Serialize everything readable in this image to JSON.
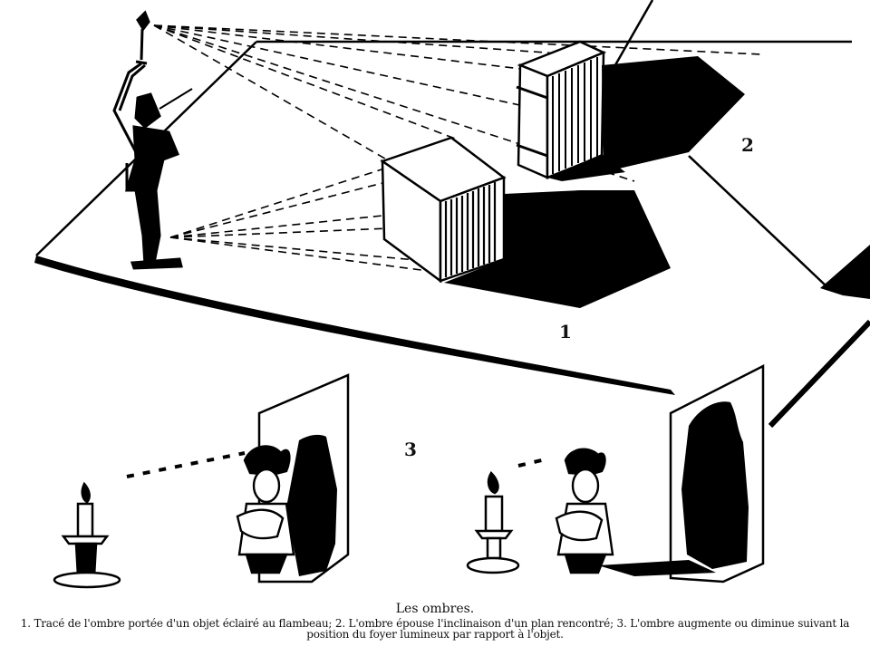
{
  "figure": {
    "labels": {
      "one": "1",
      "two": "2",
      "three": "3"
    },
    "caption": {
      "title": "Les ombres.",
      "text": "1. Tracé de l'ombre portée d'un objet éclairé au flambeau; 2. L'ombre épouse l'inclinaison d'un plan rencontré; 3. L'ombre augmente ou diminue suivant la position du foyer lumineux par rapport à l'objet."
    }
  }
}
